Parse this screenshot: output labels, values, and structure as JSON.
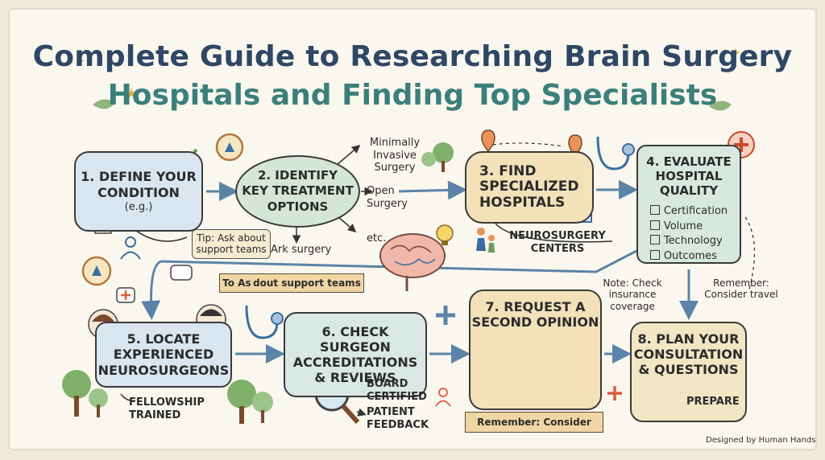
{
  "title": {
    "line1": "Complete Guide to Researching Brain Surgery",
    "line2": "Hospitals and Finding Top Specialists"
  },
  "steps": {
    "s1": {
      "line1": "1. DEFINE YOUR",
      "line2": "CONDITION",
      "sub": "(e.g.)"
    },
    "s2": {
      "line1": "2. IDENTIFY",
      "line2": "KEY TREATMENT",
      "line3": "OPTIONS"
    },
    "s3": {
      "line1": "3. FIND",
      "line2": "SPECIALIZED",
      "line3": "HOSPITALS"
    },
    "s4": {
      "line1": "4. EVALUATE",
      "line2": "HOSPITAL",
      "line3": "QUALITY",
      "items": [
        "Certification",
        "Volume",
        "Technology",
        "Outcomes"
      ]
    },
    "s5": {
      "line1": "5. LOCATE",
      "line2": "EXPERIENCED",
      "line3": "NEUROSURGEONS"
    },
    "s6": {
      "line1": "6. CHECK SURGEON",
      "line2": "ACCREDITATIONS",
      "line3": "& REVIEWS"
    },
    "s7": {
      "line1": "7. REQUEST A",
      "line2": "SECOND OPINION"
    },
    "s8": {
      "line1": "8. PLAN YOUR",
      "line2": "CONSULTATION",
      "line3": "& QUESTIONS"
    }
  },
  "notes": {
    "minimally_invasive": [
      "Minimally",
      "Invasive",
      "Surgery"
    ],
    "open_surgery": [
      "Open",
      "Surgery"
    ],
    "etc": "etc.",
    "ark_surgery": "Ark surgery",
    "tip": [
      "Tip: Ask about",
      "support teams"
    ],
    "banner1": "To As dout support teams",
    "neurosurgery_centers": [
      "NEUROSURGERY",
      "CENTERS"
    ],
    "insurance": [
      "Note: Check",
      "insurance coverage"
    ],
    "travel": [
      "Remember:",
      "Consider travel"
    ],
    "fellowship": [
      "FELLOWSHIP",
      "TRAINED"
    ],
    "board": [
      "BOARD",
      "CERTIFIED"
    ],
    "patient": [
      "PATIENT",
      "FEEDBACK"
    ],
    "banner2": "Remember: Consider",
    "prepare": "PREPARE",
    "signature": "Designed by Human Hands"
  },
  "colors": {
    "title_primary": "#2f4766",
    "title_secondary": "#3b7f7a",
    "blue_box": "#d9e6ef",
    "green_box": "#d5e6d6",
    "yellow_box": "#f2e1b9",
    "arrow": "#5b84a8",
    "red_cross": "#e05a3a"
  },
  "icons": [
    "skull-icon",
    "question-mark-icon",
    "compass-icon",
    "pencil-icon",
    "person-icon",
    "brain-icon",
    "lightbulb-icon",
    "hospital-icon",
    "stethoscope-icon",
    "map-pin-icon",
    "medical-cross-icon",
    "doctor-icon",
    "speech-bubble-icon",
    "magnifier-icon",
    "tree-icon",
    "notepad-icon",
    "leaf-icon",
    "star-icon"
  ]
}
